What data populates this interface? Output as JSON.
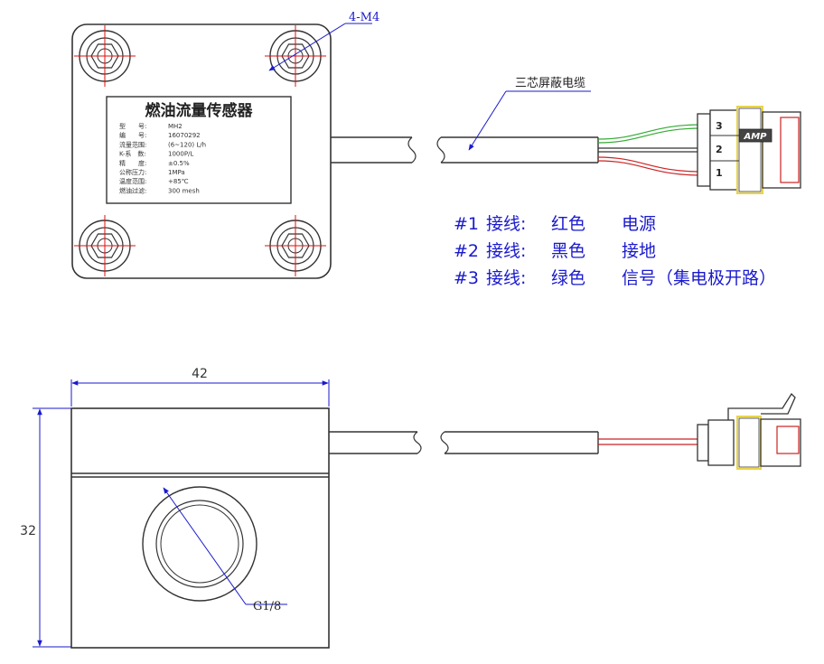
{
  "colors": {
    "outline": "#333333",
    "dimension": "#1a1acd",
    "centerline": "#dd1111",
    "wire_red": "#cc2222",
    "wire_green": "#33aa33",
    "band_yellow": "#e8d44a"
  },
  "top_view": {
    "bolt_label": "4-M4",
    "cable_label": "三芯屏蔽电缆",
    "connector_brand": "AMP",
    "pin_numbers": [
      "3",
      "2",
      "1"
    ],
    "nameplate": {
      "title": "燃油流量传感器",
      "rows": [
        {
          "label": "型　　号:",
          "value": "MH2"
        },
        {
          "label": "编　　号:",
          "value": "16070292"
        },
        {
          "label": "流量范围:",
          "value": "(6~120) L/h"
        },
        {
          "label": "K-系　数:",
          "value": "1000P/L"
        },
        {
          "label": "精　　度:",
          "value": "±0.5%"
        },
        {
          "label": "公称压力:",
          "value": "1MPa"
        },
        {
          "label": "温度范围:",
          "value": "+85℃"
        },
        {
          "label": "燃油过滤:",
          "value": "300 mesh"
        }
      ]
    }
  },
  "wiring": [
    {
      "pin": "#1",
      "label": "接线:",
      "color": "红色",
      "function": "电源"
    },
    {
      "pin": "#2",
      "label": "接线:",
      "color": "黑色",
      "function": "接地"
    },
    {
      "pin": "#3",
      "label": "接线:",
      "color": "绿色",
      "function": "信号（集电极开路）"
    }
  ],
  "side_view": {
    "width_dim": "42",
    "height_dim": "32",
    "port_label": "G1/8"
  }
}
